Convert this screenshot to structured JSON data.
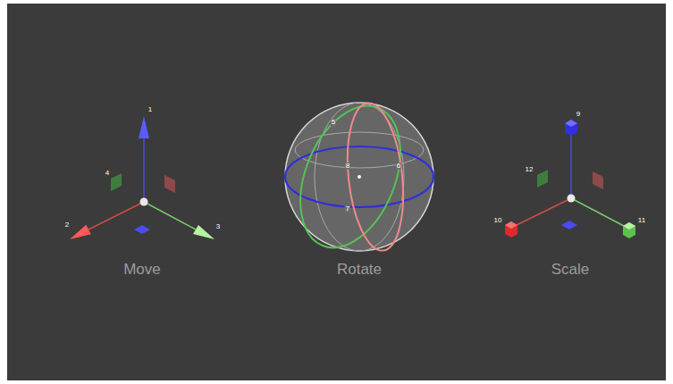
{
  "diagram": {
    "labels": [
      "1",
      "4",
      "2",
      "3",
      "Move",
      "5",
      "8",
      "6",
      "7",
      "Rotate",
      "9",
      "12",
      "10",
      "11",
      "Scale"
    ]
  }
}
